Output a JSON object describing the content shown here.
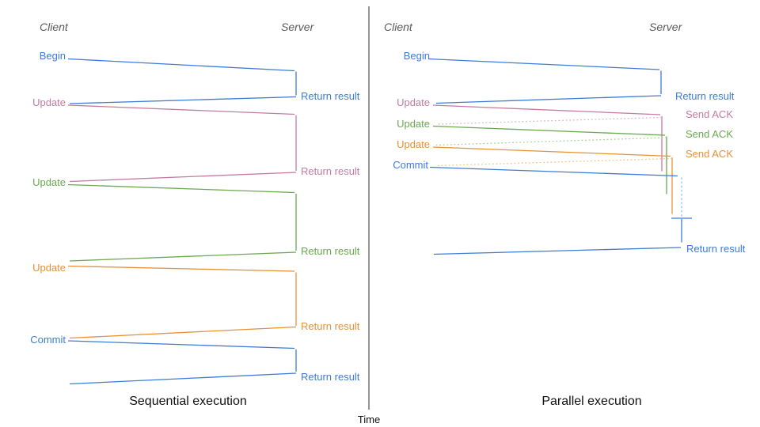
{
  "panels": {
    "sequential": {
      "title": "Sequential execution",
      "client": "Client",
      "server": "Server",
      "rows": [
        {
          "label": "Begin",
          "color": "blue",
          "result": "Return result"
        },
        {
          "label": "Update",
          "color": "pink",
          "result": "Return result"
        },
        {
          "label": "Update",
          "color": "green",
          "result": "Return result"
        },
        {
          "label": "Update",
          "color": "orange",
          "result": "Return result"
        },
        {
          "label": "Commit",
          "color": "blue",
          "result": "Return result"
        }
      ]
    },
    "parallel": {
      "title": "Parallel execution",
      "client": "Client",
      "server": "Server",
      "rows": [
        {
          "label": "Begin",
          "color": "blue",
          "result": "Return result"
        },
        {
          "label": "Update",
          "color": "pink",
          "result": "Send ACK"
        },
        {
          "label": "Update",
          "color": "green",
          "result": "Send ACK"
        },
        {
          "label": "Update",
          "color": "orange",
          "result": "Send ACK"
        },
        {
          "label": "Commit",
          "color": "blue",
          "result": "Return result"
        }
      ]
    }
  },
  "time_axis": {
    "label": "Time"
  },
  "colors": {
    "blue": "#3e7bd6",
    "pink": "#c27ba0",
    "green": "#6aa84f",
    "orange": "#e69138",
    "axis_gray": "#4d4d4d",
    "header_gray": "#595959"
  }
}
